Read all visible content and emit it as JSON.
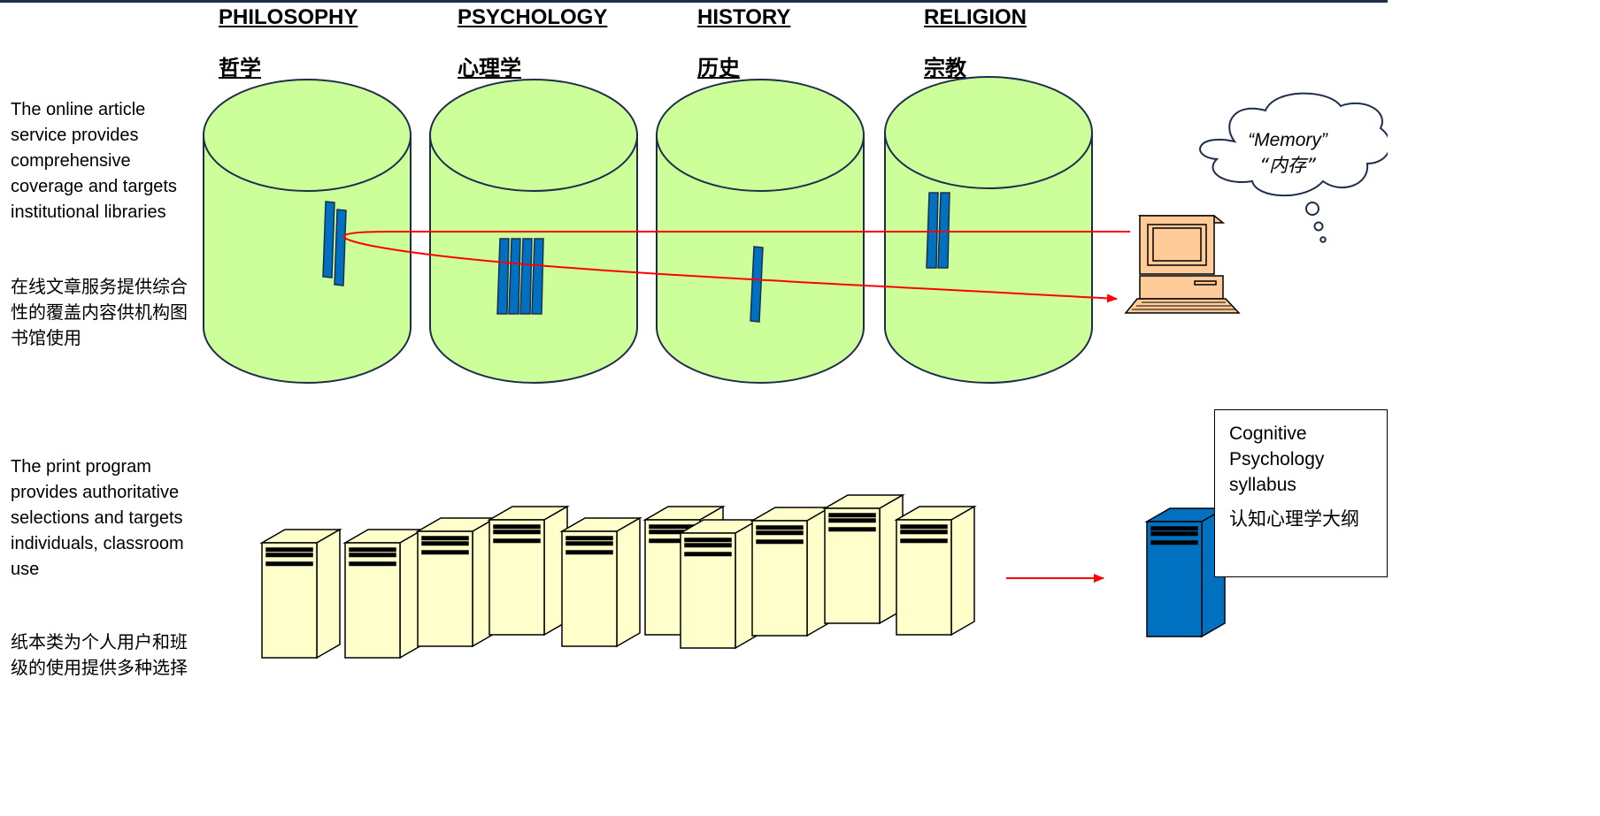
{
  "categories": [
    {
      "en": "PHILOSOPHY",
      "zh": "哲学"
    },
    {
      "en": "PSYCHOLOGY",
      "zh": "心理学"
    },
    {
      "en": "HISTORY",
      "zh": "历史"
    },
    {
      "en": "RELIGION",
      "zh": "宗教"
    }
  ],
  "online": {
    "en": "The online article service provides comprehensive coverage and targets institutional libraries",
    "zh": "在线文章服务提供综合性的覆盖内容供机构图书馆使用"
  },
  "print": {
    "en": "The print program provides authoritative selections and targets individuals, classroom use",
    "zh": "纸本类为个人用户和班级的使用提供多种选择"
  },
  "memory": {
    "en": "“Memory”",
    "zh": "“内存”"
  },
  "syllabus": {
    "en": "Cognitive Psychology syllabus",
    "zh": "认知心理学大纲"
  },
  "colors": {
    "cylinder": "#ccff99",
    "strip": "#0070c0",
    "arrow": "#ff0000",
    "tower": "#ffffcc",
    "target_tower": "#0070c0",
    "computer": "#ffcc99"
  }
}
